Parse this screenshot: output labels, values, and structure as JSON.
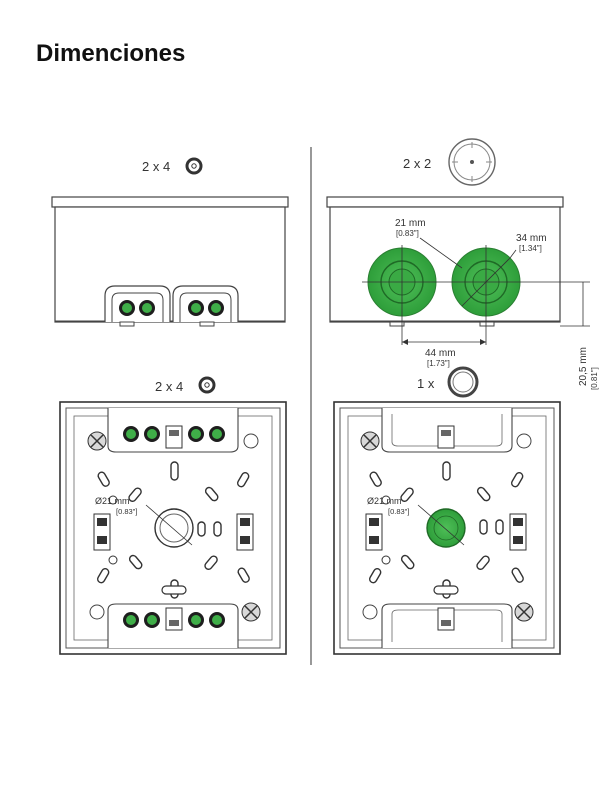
{
  "title": "Dimenciones",
  "qty": {
    "top_left": "2 x 4",
    "top_right": "2 x 2",
    "mid_left": "2 x 4",
    "mid_right": "1 x"
  },
  "dims": {
    "d21": "21 mm",
    "d21_in": "[0.83\"]",
    "d34": "34 mm",
    "d34_in": "[1.34\"]",
    "d44": "44 mm",
    "d44_in": "[1.73\"]",
    "d20": "20,5 mm",
    "d20_in": "[0.81\"]",
    "dia_left": "Ø21 mm",
    "dia_left_in": "[0.83\"]",
    "dia_right": "Ø21 mm",
    "dia_right_in": "[0.83\"]"
  },
  "colors": {
    "seal_green": "#2e9e3a",
    "seal_green_light": "#5cc464",
    "line": "#4a4a4a",
    "box_fill": "#ffffff"
  }
}
